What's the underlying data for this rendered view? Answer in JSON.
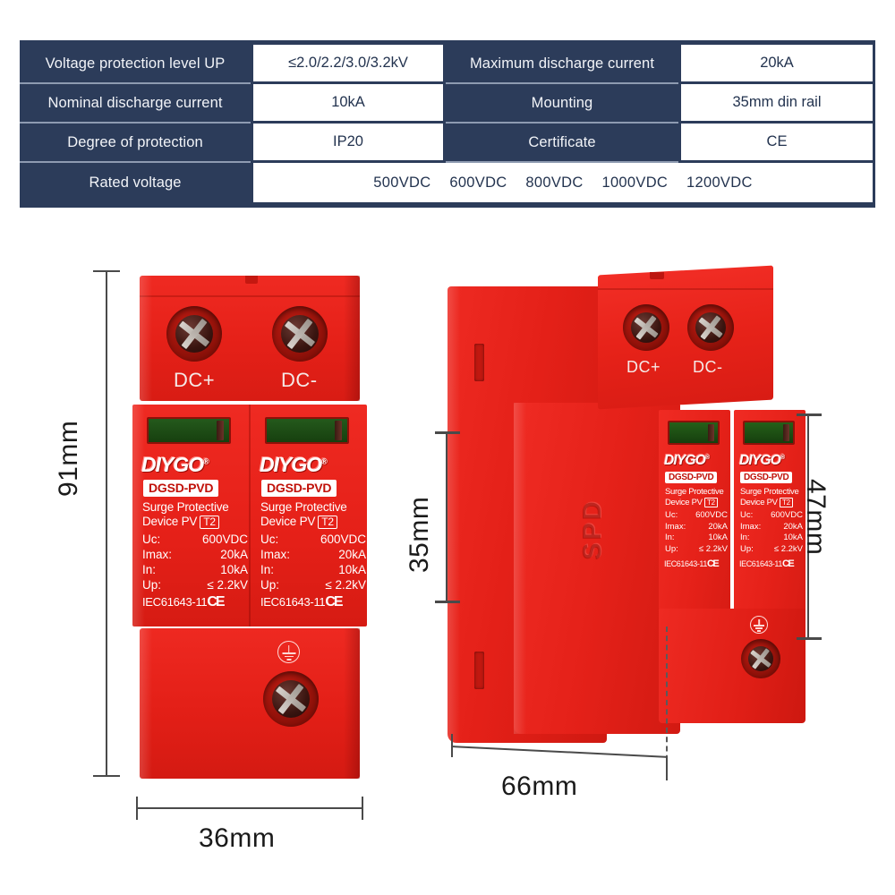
{
  "spec_table": {
    "rows": [
      {
        "label_left": "Voltage protection level UP",
        "value_left": "≤2.0/2.2/3.0/3.2kV",
        "label_right": "Maximum discharge current",
        "value_right": "20kA"
      },
      {
        "label_left": "Nominal discharge current",
        "value_left": "10kA",
        "label_right": "Mounting",
        "value_right": "35mm din rail"
      },
      {
        "label_left": "Degree of protection",
        "value_left": "IP20",
        "label_right": "Certificate",
        "value_right": "CE"
      }
    ],
    "rated_row": {
      "label": "Rated voltage",
      "values": [
        "500VDC",
        "600VDC",
        "800VDC",
        "1000VDC",
        "1200VDC"
      ]
    },
    "colors": {
      "header_bg": "#2c3c5a",
      "header_text": "#f2f4f8",
      "value_bg": "#ffffff",
      "value_text": "#23334f"
    }
  },
  "product": {
    "brand": "DIYGO",
    "brand_reg": "®",
    "model": "DGSD-PVD",
    "description_line1": "Surge Protective",
    "description_line2": "Device PV",
    "type_badge": "T2",
    "params": [
      {
        "key": "Uc:",
        "value": "600VDC"
      },
      {
        "key": "Imax:",
        "value": "20kA"
      },
      {
        "key": "In:",
        "value": "10kA"
      },
      {
        "key": "Up:",
        "value": "≤ 2.2kV"
      }
    ],
    "standard": "IEC61643-11",
    "ce_mark": "CE",
    "terminal_positive": "DC+",
    "terminal_negative": "DC-",
    "side_emboss": "SPD",
    "colors": {
      "housing_red": "#e8221e",
      "indicator_green": "#1e4a18",
      "label_white": "#ffffff"
    }
  },
  "dimensions": {
    "front_height": "91mm",
    "front_width": "36mm",
    "side_depth_small": "35mm",
    "side_width": "66mm",
    "side_height": "47mm"
  }
}
